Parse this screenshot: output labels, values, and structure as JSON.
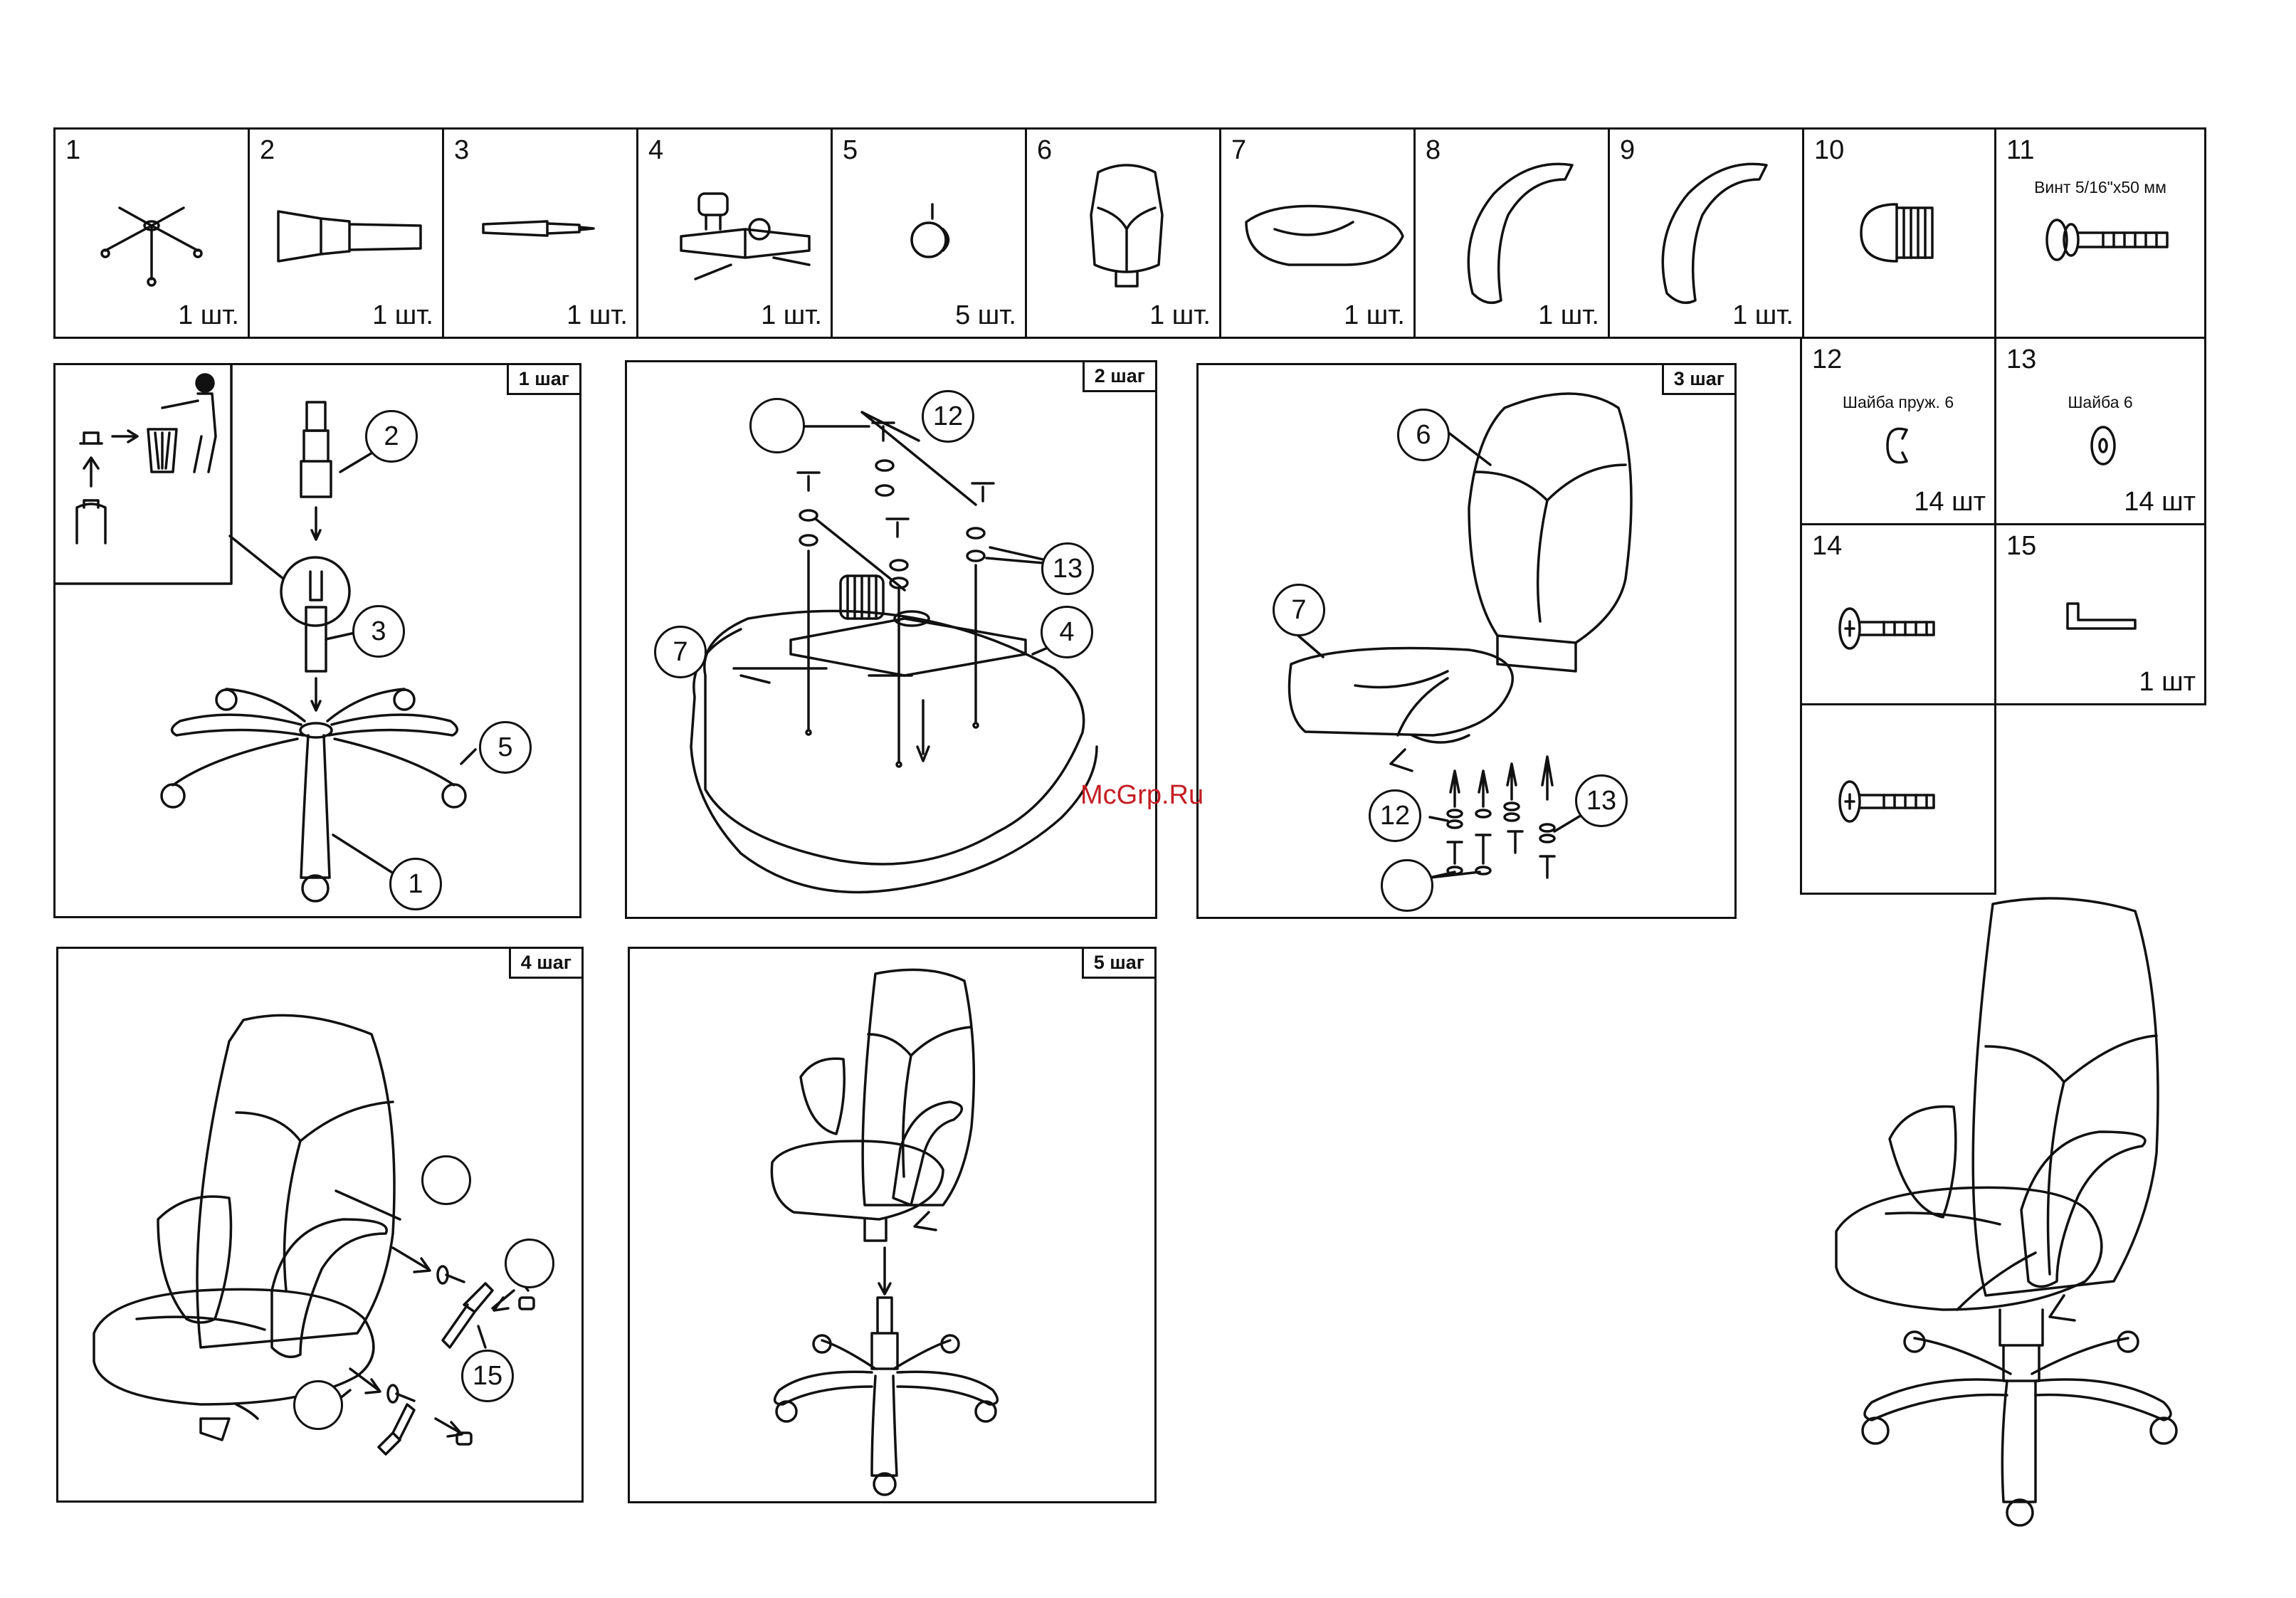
{
  "parts": [
    {
      "num": "1",
      "qty": "1 шт.",
      "icon": "star-base-icon"
    },
    {
      "num": "2",
      "qty": "1 шт.",
      "icon": "gas-lift-cover-icon"
    },
    {
      "num": "3",
      "qty": "1 шт.",
      "icon": "gas-lift-icon"
    },
    {
      "num": "4",
      "qty": "1 шт.",
      "icon": "tilt-mechanism-icon"
    },
    {
      "num": "5",
      "qty": "5 шт.",
      "icon": "caster-icon"
    },
    {
      "num": "6",
      "qty": "1 шт.",
      "icon": "backrest-icon"
    },
    {
      "num": "7",
      "qty": "1 шт.",
      "icon": "seat-icon"
    },
    {
      "num": "8",
      "qty": "1 шт.",
      "icon": "armrest-left-icon"
    },
    {
      "num": "9",
      "qty": "1 шт.",
      "icon": "armrest-right-icon"
    },
    {
      "num": "10",
      "qty": "",
      "icon": "cap-nut-icon"
    },
    {
      "num": "11",
      "caption": "Винт 5/16\"х50 мм",
      "qty": "",
      "icon": "long-bolt-icon"
    },
    {
      "num": "12",
      "caption": "Шайба пруж. 6",
      "qty": "14 шт",
      "icon": "spring-washer-icon"
    },
    {
      "num": "13",
      "caption": "Шайба 6",
      "qty": "14 шт",
      "icon": "flat-washer-icon"
    },
    {
      "num": "14",
      "qty": "",
      "icon": "screw-icon"
    },
    {
      "num": "15",
      "qty": "1 шт",
      "icon": "hex-key-icon"
    },
    {
      "num": "",
      "qty": "",
      "icon": "screw-icon"
    }
  ],
  "steps": {
    "s1": "1 шаг",
    "s2": "2 шаг",
    "s3": "3 шаг",
    "s4": "4 шаг",
    "s5": "5 шаг"
  },
  "callouts": {
    "s1": [
      "2",
      "3",
      "5",
      "1"
    ],
    "s2": [
      "",
      "12",
      "13",
      "7",
      "4"
    ],
    "s3": [
      "6",
      "7",
      "12",
      "13",
      ""
    ],
    "s4": [
      "",
      "",
      "15",
      ""
    ]
  },
  "watermark": "McGrp.Ru"
}
